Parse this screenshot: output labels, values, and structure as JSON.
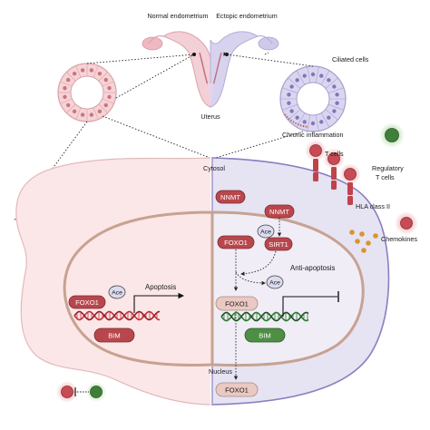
{
  "labels": {
    "normal_endometrium": "Normal endometrium",
    "ectopic_endometrium": "Ectopic endometrium",
    "uterus": "Uterus",
    "ciliated_cells": "Ciliated cells",
    "chronic_inflammation": "Chronic inflammation",
    "cytosol": "Cytosol",
    "t_cells": "T cells",
    "regulatory_t_cells_line1": "Regulatory",
    "regulatory_t_cells_line2": "T cells",
    "hla_class_ii": "HLA class II",
    "chemokines": "Chemokines",
    "nucleus": "Nucleus",
    "apoptosis": "Apoptosis",
    "anti_apoptosis": "Anti-apoptosis"
  },
  "boxes": {
    "nnmt_left": "NNMT",
    "nnmt_right": "NNMT",
    "foxo1_cyto": "FOXO1",
    "sirt1": "SIRT1",
    "foxo1_normal_nucleus": "FOXO1",
    "bim_normal": "BIM",
    "foxo1_ectopic_nucleus": "FOXO1",
    "bim_ectopic": "BIM",
    "foxo1_bottom": "FOXO1"
  },
  "ace": {
    "ace_cyto": "Ace",
    "ace_mid": "Ace",
    "ace_normal": "Ace"
  },
  "colors": {
    "normal_cell_fill": "#fbe7e7",
    "ectopic_cell_fill": "#e6e3f3",
    "nucleus_border": "#c7a291",
    "red_box": "#b8474d",
    "light_box": "#eac9c2",
    "green_box": "#4f8e45",
    "dna_red": "#c62f3a",
    "dna_green": "#2f7a32",
    "chemokine": "#d9952a",
    "ace_fill": "#dcdcf0"
  }
}
